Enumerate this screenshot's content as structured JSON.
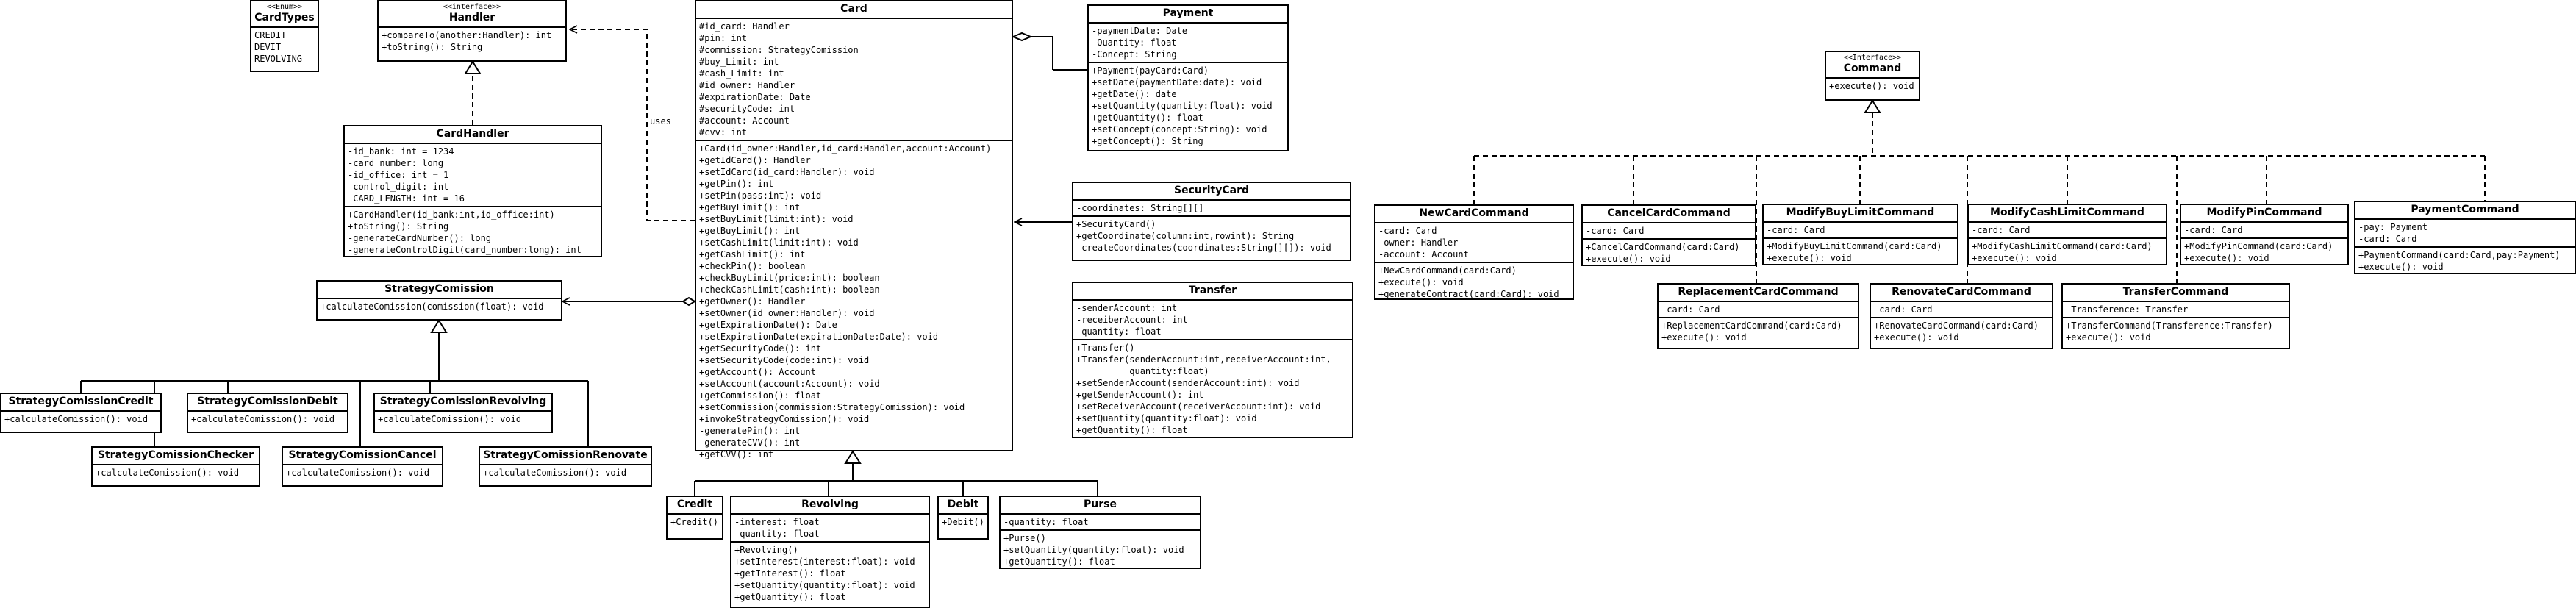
{
  "classes": [
    {
      "id": "cardtypes",
      "stereotype": "<<Enum>>",
      "name": "CardTypes",
      "attributes": [
        "CREDIT",
        "DEVIT",
        "REVOLVING"
      ],
      "methods": []
    },
    {
      "id": "handler",
      "stereotype": "<<interface>>",
      "name": "Handler",
      "attributes": [],
      "methods": [
        "+compareTo(another:Handler): int",
        "+toString(): String"
      ]
    },
    {
      "id": "cardhandler",
      "name": "CardHandler",
      "attributes": [
        "-id_bank: int = 1234",
        "-card_number: long",
        "-id_office: int = 1",
        "-control_digit: int",
        "-CARD_LENGTH: int = 16"
      ],
      "methods": [
        "+CardHandler(id_bank:int,id_office:int)",
        "+toString(): String",
        "-generateCardNumber(): long",
        "-generateControlDigit(card_number:long): int"
      ]
    },
    {
      "id": "strategy",
      "name": "StrategyComission",
      "attributes": [],
      "methods": [
        "+calculateComission(comission(float): void"
      ]
    },
    {
      "id": "scredit",
      "name": "StrategyComissionCredit",
      "attributes": [],
      "methods": [
        "+calculateComission(): void"
      ]
    },
    {
      "id": "sdebit",
      "name": "StrategyComissionDebit",
      "attributes": [],
      "methods": [
        "+calculateComission(): void"
      ]
    },
    {
      "id": "srevolving",
      "name": "StrategyComissionRevolving",
      "attributes": [],
      "methods": [
        "+calculateComission(): void"
      ]
    },
    {
      "id": "schecker",
      "name": "StrategyComissionChecker",
      "attributes": [],
      "methods": [
        "+calculateComission(): void"
      ]
    },
    {
      "id": "scancel",
      "name": "StrategyComissionCancel",
      "attributes": [],
      "methods": [
        "+calculateComission(): void"
      ]
    },
    {
      "id": "srenovate",
      "name": "StrategyComissionRenovate",
      "attributes": [],
      "methods": [
        "+calculateComission(): void"
      ]
    },
    {
      "id": "card",
      "name": "Card",
      "attributes": [
        "#id_card: Handler",
        "#pin: int",
        "#commission: StrategyComission",
        "#buy_Limit: int",
        "#cash_Limit: int",
        "#id_owner: Handler",
        "#expirationDate: Date",
        "#securityCode: int",
        "#account: Account",
        "#cvv: int"
      ],
      "methods": [
        "+Card(id_owner:Handler,id_card:Handler,account:Account)",
        "+getIdCard(): Handler",
        "+setIdCard(id_card:Handler): void",
        "+getPin(): int",
        "+setPin(pass:int): void",
        "+getBuyLimit(): int",
        "+setBuyLimit(limit:int): void",
        "+getBuyLimit(): int",
        "+setCashLimit(limit:int): void",
        "+getCashLimit(): int",
        "+checkPin(): boolean",
        "+checkBuyLimit(price:int): boolean",
        "+checkCashLimit(cash:int): boolean",
        "+getOwner(): Handler",
        "+setOwner(id_owner:Handler): void",
        "+getExpirationDate(): Date",
        "+setExpirationDate(expirationDate:Date): void",
        "+getSecurityCode(): int",
        "+setSecurityCode(code:int): void",
        "+getAccount(): Account",
        "+setAccount(account:Account): void",
        "+getCommission(): float",
        "+setCommission(commission:StrategyComission): void",
        "+invokeStrategyComission(): void",
        "-generatePin(): int",
        "-generateCVV(): int",
        "+getCVV(): int"
      ]
    },
    {
      "id": "payment",
      "name": "Payment",
      "attributes": [
        "-paymentDate: Date",
        "-Quantity: float",
        "-Concept: String"
      ],
      "methods": [
        "+Payment(payCard:Card)",
        "+setDate(paymentDate:date): void",
        "+getDate(): date",
        "+setQuantity(quantity:float): void",
        "+getQuantity(): float",
        "+setConcept(concept:String): void",
        "+getConcept(): String"
      ]
    },
    {
      "id": "securitycard",
      "name": "SecurityCard",
      "attributes": [
        "-coordinates: String[][]"
      ],
      "methods": [
        "+SecurityCard()",
        "+getCoordinate(column:int,rowint): String",
        "-createCoordinates(coordinates:String[][]): void"
      ]
    },
    {
      "id": "transfer",
      "name": "Transfer",
      "attributes": [
        "-senderAccount: int",
        "-receiberAccount: int",
        "-quantity: float"
      ],
      "methods": [
        "+Transfer()",
        "+Transfer(senderAccount:int,receiverAccount:int,",
        "          quantity:float)",
        "+setSenderAccount(senderAccount:int): void",
        "+getSenderAccount(): int",
        "+setReceiverAccount(receiverAccount:int): void",
        "+setQuantity(quantity:float): void",
        "+getQuantity(): float"
      ]
    },
    {
      "id": "credit",
      "name": "Credit",
      "attributes": [],
      "methods": [
        "+Credit()"
      ]
    },
    {
      "id": "revolving",
      "name": "Revolving",
      "attributes": [
        "-interest: float",
        "-quantity: float"
      ],
      "methods": [
        "+Revolving()",
        "+setInterest(interest:float): void",
        "+getInterest(): float",
        "+setQuantity(quantity:float): void",
        "+getQuantity(): float"
      ]
    },
    {
      "id": "debit",
      "name": "Debit",
      "attributes": [],
      "methods": [
        "+Debit()"
      ]
    },
    {
      "id": "purse",
      "name": "Purse",
      "attributes": [
        "-quantity: float"
      ],
      "methods": [
        "+Purse()",
        "+setQuantity(quantity:float): void",
        "+getQuantity(): float"
      ]
    },
    {
      "id": "command",
      "stereotype": "<<Interface>>",
      "name": "Command",
      "attributes": [],
      "methods": [
        "+execute(): void"
      ]
    },
    {
      "id": "newcard",
      "name": "NewCardCommand",
      "attributes": [
        "-card: Card",
        "-owner: Handler",
        "-account: Account"
      ],
      "methods": [
        "+NewCardCommand(card:Card)",
        "+execute(): void",
        "+generateContract(card:Card): void"
      ]
    },
    {
      "id": "cancelcard",
      "name": "CancelCardCommand",
      "attributes": [
        "-card: Card"
      ],
      "methods": [
        "+CancelCardCommand(card:Card)",
        "+execute(): void"
      ]
    },
    {
      "id": "modbuy",
      "name": "ModifyBuyLimitCommand",
      "attributes": [
        "-card: Card"
      ],
      "methods": [
        "+ModifyBuyLimitCommand(card:Card)",
        "+execute(): void"
      ]
    },
    {
      "id": "modcash",
      "name": "ModifyCashLimitCommand",
      "attributes": [
        "-card: Card"
      ],
      "methods": [
        "+ModifyCashLimitCommand(card:Card)",
        "+execute(): void"
      ]
    },
    {
      "id": "modpin",
      "name": "ModifyPinCommand",
      "attributes": [
        "-card: Card"
      ],
      "methods": [
        "+ModifyPinCommand(card:Card)",
        "+execute(): void"
      ]
    },
    {
      "id": "paycmd",
      "name": "PaymentCommand",
      "attributes": [
        "-pay: Payment",
        "-card: Card"
      ],
      "methods": [
        "+PaymentCommand(card:Card,pay:Payment)",
        "+execute(): void"
      ]
    },
    {
      "id": "replcard",
      "name": "ReplacementCardCommand",
      "attributes": [
        "-card: Card"
      ],
      "methods": [
        "+ReplacementCardCommand(card:Card)",
        "+execute(): void"
      ]
    },
    {
      "id": "renocard",
      "name": "RenovateCardCommand",
      "attributes": [
        "-card: Card"
      ],
      "methods": [
        "+RenovateCardCommand(card:Card)",
        "+execute(): void"
      ]
    },
    {
      "id": "transcmd",
      "name": "TransferCommand",
      "attributes": [
        "-Transference: Transfer"
      ],
      "methods": [
        "+TransferCommand(Transference:Transfer)",
        "+execute(): void"
      ]
    }
  ],
  "labels": {
    "uses": "uses"
  }
}
